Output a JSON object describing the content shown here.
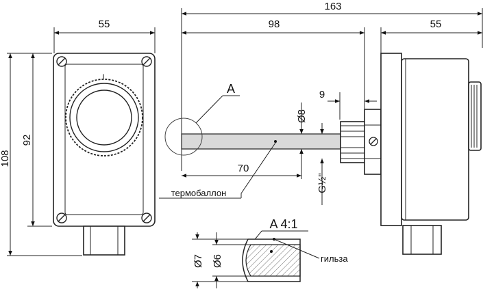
{
  "dimensions": {
    "front_width": "55",
    "front_height_outer": "108",
    "front_height_inner": "92",
    "total_length": "163",
    "probe_to_housing": "98",
    "side_width": "55",
    "nut_width": "9",
    "probe_diameter": "Ø8",
    "probe_length": "70",
    "thread": "G½\""
  },
  "labels": {
    "detail_marker": "A",
    "detail_title": "A 4:1",
    "sensor": "термобаллон",
    "sleeve": "гильза",
    "sleeve_outer": "Ø7",
    "sleeve_inner": "Ø6",
    "dial_mark": "|"
  }
}
